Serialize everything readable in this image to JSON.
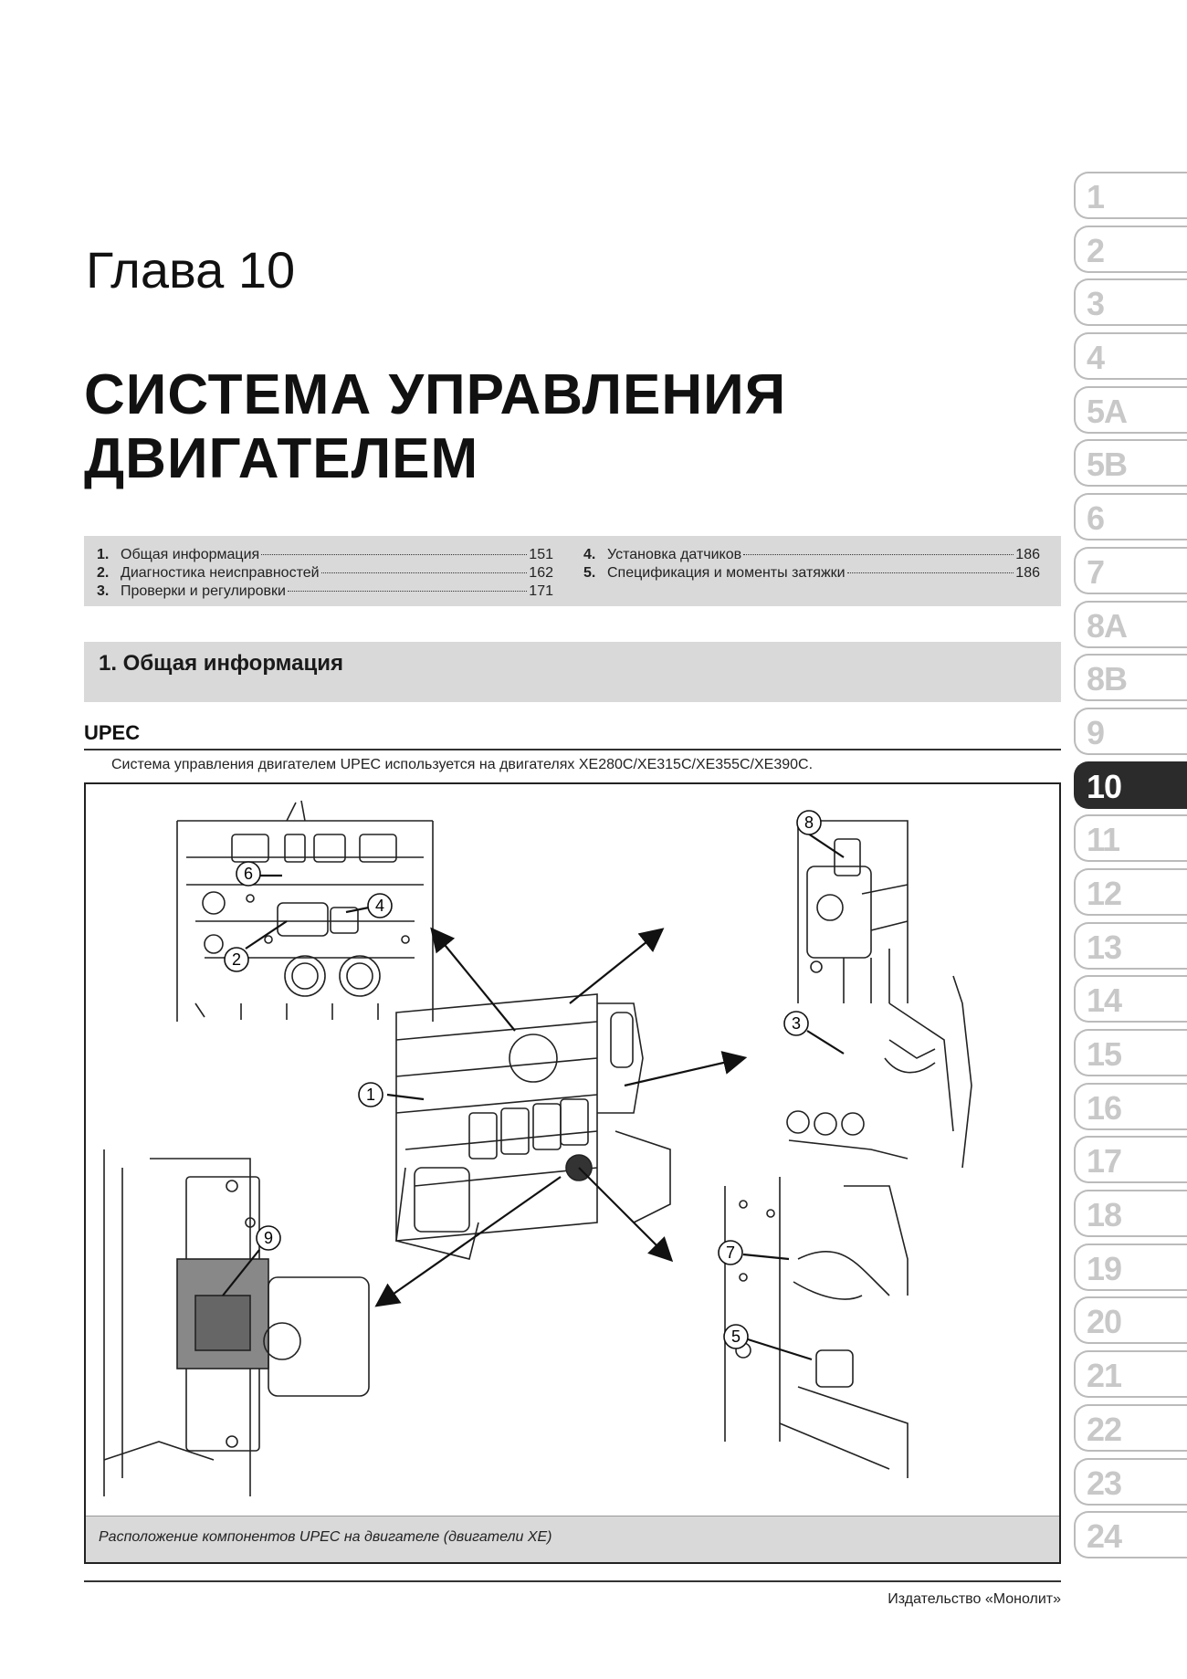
{
  "chapter": {
    "label": "Глава 10",
    "title_line1": "СИСТЕМА УПРАВЛЕНИЯ",
    "title_line2": "ДВИГАТЕЛЕМ"
  },
  "toc": {
    "left": [
      {
        "num": "1.",
        "label": "Общая информация",
        "page": "151"
      },
      {
        "num": "2.",
        "label": "Диагностика неисправностей",
        "page": "162"
      },
      {
        "num": "3.",
        "label": "Проверки и регулировки",
        "page": "171"
      }
    ],
    "right": [
      {
        "num": "4.",
        "label": "Установка датчиков",
        "page": "186"
      },
      {
        "num": "5.",
        "label": "Спецификация и моменты затяжки",
        "page": "186"
      }
    ]
  },
  "section": {
    "title": "1. Общая информация"
  },
  "subsection": {
    "title": "UPEC",
    "intro": "Система управления двигателем UPEC используется на двигателях XE280C/XE315C/XE355C/XE390C."
  },
  "figure": {
    "caption": "Расположение компонентов UPEC на двигателе (двигатели XE)",
    "callouts": [
      "1",
      "2",
      "3",
      "4",
      "5",
      "6",
      "7",
      "8",
      "9"
    ]
  },
  "footer": {
    "publisher": "Издательство «Монолит»"
  },
  "tabs": {
    "items": [
      "1",
      "2",
      "3",
      "4",
      "5A",
      "5B",
      "6",
      "7",
      "8A",
      "8B",
      "9",
      "10",
      "11",
      "12",
      "13",
      "14",
      "15",
      "16",
      "17",
      "18",
      "19",
      "20",
      "21",
      "22",
      "23",
      "24"
    ],
    "active": "10"
  }
}
